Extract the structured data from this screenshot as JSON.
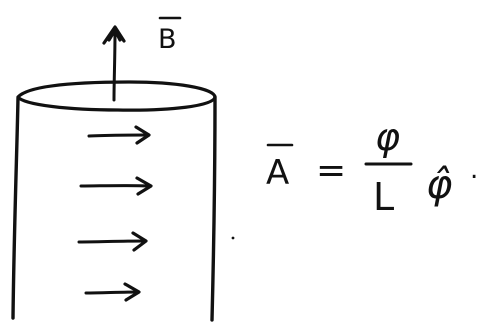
{
  "diagram": {
    "field_label": "B",
    "field_overbar": "‾",
    "equation": {
      "lhs": "A",
      "equals": "=",
      "numerator": "φ",
      "denominator": "L",
      "unit_vector": "φ̂",
      "trailing_mark": "."
    }
  },
  "colors": {
    "ink": "#111111",
    "background": "#ffffff"
  }
}
